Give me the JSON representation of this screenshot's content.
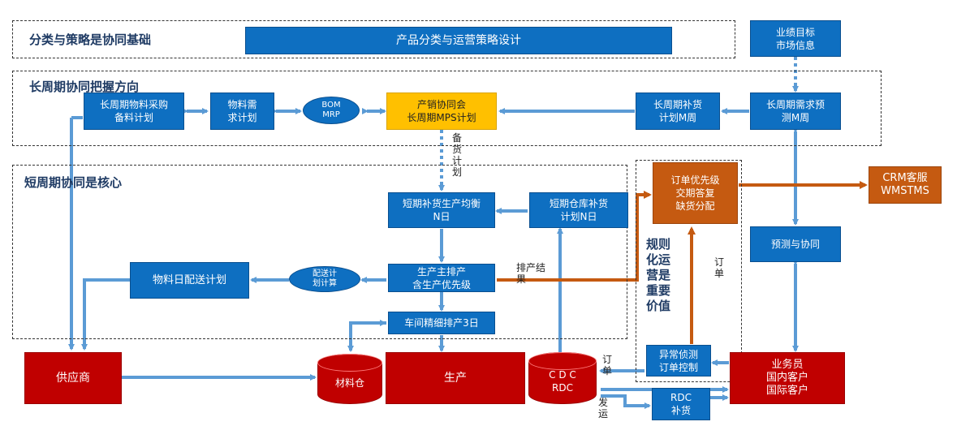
{
  "regions": {
    "strategy": "分类与策略是协同基础",
    "long_term": "长周期协同把握方向",
    "short_term": "短周期协同是核心"
  },
  "boxes": {
    "product_strategy": "产品分类与运营策略设计",
    "perf_target": "业绩目标\n市场信息",
    "long_demand_forecast": "长周期需求预\n测M周",
    "long_replenish_plan": "长周期补货\n计划M周",
    "sop_mps": "产销协同会\n长周期MPS计划",
    "material_req_plan": "物料需\n求计划",
    "long_material_purchase": "长周期物料采购\n备料计划",
    "bom_mrp": "BOM\nMRP",
    "short_replenish_balance": "短期补货生产均衡\nN日",
    "short_warehouse_replenish": "短期仓库补货\n计划N日",
    "master_schedule": "生产主排产\n含生产优先级",
    "delivery_calc": "配送计\n划计算",
    "daily_delivery_plan": "物料日配送计划",
    "workshop_schedule": "车间精细排产3日",
    "order_priority": "订单优先级\n交期答复\n缺货分配",
    "crm": "CRM客服\nWMSTMS",
    "forecast_collab": "预测与协同",
    "exception_detect": "异常侦测\n订单控制",
    "sales": "业务员\n国内客户\n国际客户",
    "rdc_replenish": "RDC\n补货",
    "supplier": "供应商",
    "material_warehouse": "材料仓",
    "production": "生产",
    "cdc_rdc": "C D C\nRDC"
  },
  "labels": {
    "stock_plan": "备\n货\n计\n划",
    "schedule_result": "排产结\n果",
    "order_1": "订\n单",
    "order_2": "订\n单",
    "ship": "发\n运",
    "value_statement": "规则\n化运\n营是\n重要\n价值"
  },
  "colors": {
    "blue": "#0e6fc1",
    "arrow_blue": "#5b9bd5",
    "yellow": "#ffc000",
    "orange": "#c55a11",
    "red": "#c00000"
  }
}
